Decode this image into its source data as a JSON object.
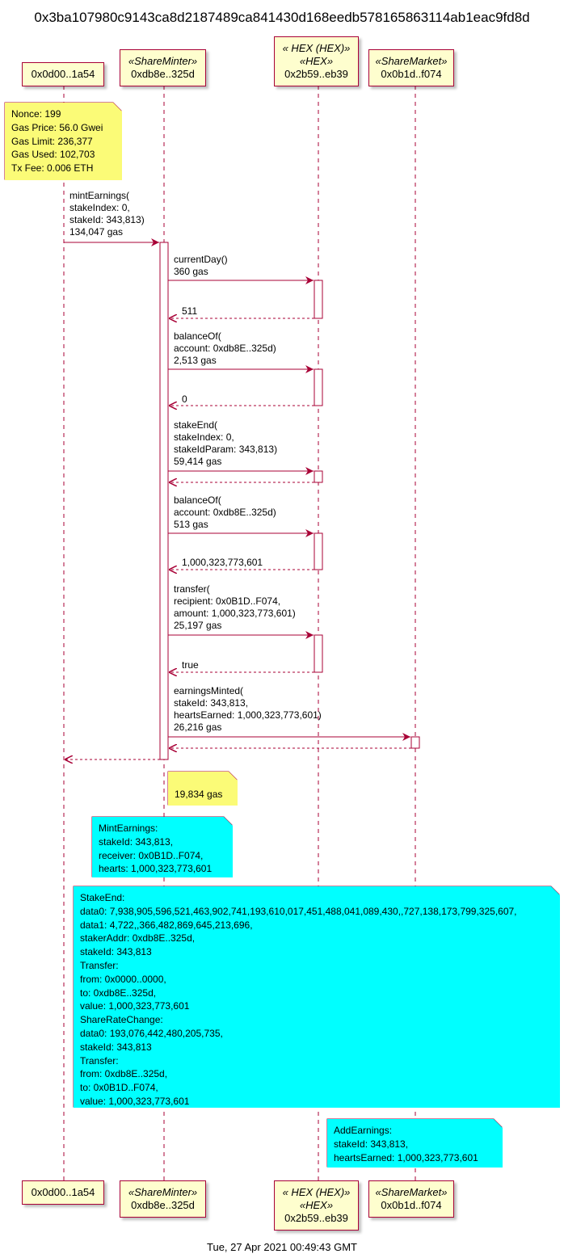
{
  "title": "0x3ba107980c9143ca8d2187489ca841430d168eedb578165863114ab1eac9fd8d",
  "footer": "Tue, 27 Apr 2021 00:49:43 GMT",
  "colors": {
    "line": "#A80036",
    "participant_fill": "#FEFECE",
    "note_yellow": "#FBFB77",
    "note_cyan": "#00FFFF"
  },
  "participants": [
    {
      "id": "p0",
      "name": "0x0d00..1a54",
      "stereo1": "",
      "stereo2": ""
    },
    {
      "id": "p1",
      "name": "0xdb8e..325d",
      "stereo1": "«ShareMinter»",
      "stereo2": ""
    },
    {
      "id": "p2",
      "name": "0x2b59..eb39",
      "stereo1": "« HEX (HEX)»",
      "stereo2": "«HEX»"
    },
    {
      "id": "p3",
      "name": "0x0b1d..f074",
      "stereo1": "«ShareMarket»",
      "stereo2": ""
    }
  ],
  "notes": {
    "tx": "Nonce: 199\nGas Price: 56.0 Gwei\nGas Limit: 236,377\nGas Used: 102,703\nTx Fee: 0.006 ETH",
    "gas_left": "19,834 gas",
    "mint_earnings": "MintEarnings:\nstakeId: 343,813,\nreceiver: 0x0B1D..F074,\nhearts: 1,000,323,773,601",
    "events": "StakeEnd:\ndata0: 7,938,905,596,521,463,902,741,193,610,017,451,488,041,089,430,,727,138,173,799,325,607,\ndata1: 4,722,,366,482,869,645,213,696,\nstakerAddr: 0xdb8E..325d,\nstakeId: 343,813\nTransfer:\nfrom: 0x0000..0000,\nto: 0xdb8E..325d,\nvalue: 1,000,323,773,601\nShareRateChange:\ndata0: 193,076,442,480,205,735,\nstakeId: 343,813\nTransfer:\nfrom: 0xdb8E..325d,\nto: 0x0B1D..F074,\nvalue: 1,000,323,773,601",
    "add_earnings": "AddEarnings:\nstakeId: 343,813,\nheartsEarned: 1,000,323,773,601"
  },
  "messages": [
    {
      "id": "m0",
      "label": "mintEarnings(\nstakeIndex: 0,\nstakeId: 343,813)\n134,047 gas"
    },
    {
      "id": "m1",
      "label": "currentDay()\n360 gas"
    },
    {
      "id": "m2",
      "label": "511"
    },
    {
      "id": "m3",
      "label": "balanceOf(\naccount: 0xdb8E..325d)\n2,513 gas"
    },
    {
      "id": "m4",
      "label": "0"
    },
    {
      "id": "m5",
      "label": "stakeEnd(\nstakeIndex: 0,\nstakeIdParam: 343,813)\n59,414 gas"
    },
    {
      "id": "m6",
      "label": ""
    },
    {
      "id": "m7",
      "label": "balanceOf(\naccount: 0xdb8E..325d)\n513 gas"
    },
    {
      "id": "m8",
      "label": "1,000,323,773,601"
    },
    {
      "id": "m9",
      "label": "transfer(\nrecipient: 0x0B1D..F074,\namount: 1,000,323,773,601)\n25,197 gas"
    },
    {
      "id": "m10",
      "label": "true"
    },
    {
      "id": "m11",
      "label": "earningsMinted(\nstakeId: 343,813,\nheartsEarned: 1,000,323,773,601)\n26,216 gas"
    },
    {
      "id": "m12",
      "label": ""
    },
    {
      "id": "m13",
      "label": ""
    }
  ]
}
